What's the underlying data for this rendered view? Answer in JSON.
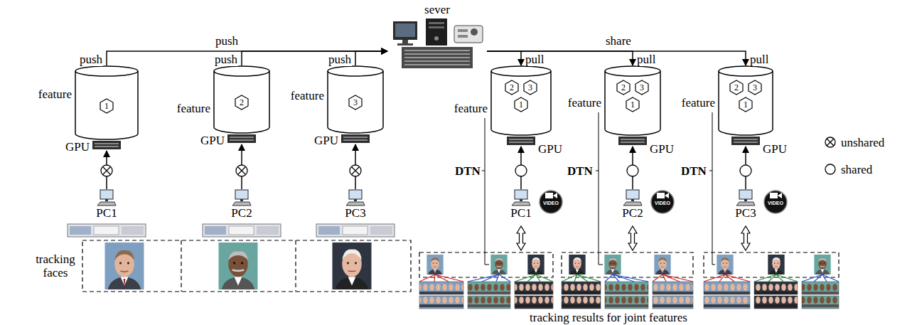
{
  "diagram": {
    "nodes": [
      {
        "text": [
          "sever"
        ]
      },
      {
        "text": [
          "feature"
        ]
      },
      {
        "text": [
          "1"
        ],
        "in": 1
      },
      {
        "text": [
          "feature"
        ]
      },
      {
        "text": [
          "2"
        ],
        "in": 3
      },
      {
        "text": [
          "feature"
        ]
      },
      {
        "text": [
          "3"
        ],
        "in": 5
      },
      {
        "text": [
          "feature"
        ]
      },
      {
        "text": [
          "2"
        ],
        "in": 7
      },
      {
        "text": [
          "3"
        ],
        "in": 7
      },
      {
        "text": [
          "1"
        ],
        "in": 7
      },
      {
        "text": [
          "feature"
        ]
      },
      {
        "text": [
          "2"
        ],
        "in": 11
      },
      {
        "text": [
          "3"
        ],
        "in": 11
      },
      {
        "text": [
          "1"
        ],
        "in": 11
      },
      {
        "text": [
          "feature"
        ]
      },
      {
        "text": [
          "2"
        ],
        "in": 15
      },
      {
        "text": [
          "3"
        ],
        "in": 15
      },
      {
        "text": [
          "1"
        ],
        "in": 15
      },
      {
        "text": [
          "PC1"
        ]
      },
      {
        "text": [
          "PC2"
        ]
      },
      {
        "text": [
          "PC3"
        ]
      },
      {
        "text": [
          "PC1"
        ]
      },
      {
        "text": [
          "PC2"
        ]
      },
      {
        "text": [
          "PC3"
        ]
      }
    ],
    "edges": [
      {
        "from": 1,
        "to": 0,
        "arrow": "to",
        "label": "push"
      },
      {
        "from": 3,
        "to": 0,
        "arrow": "to",
        "label": "push"
      },
      {
        "from": 5,
        "to": 0,
        "arrow": "to",
        "label": "push"
      },
      {
        "from": 0,
        "to": 7,
        "arrow": "to",
        "label": "pull"
      },
      {
        "from": 0,
        "to": 11,
        "arrow": "to",
        "label": "pull"
      },
      {
        "from": 0,
        "to": 15,
        "arrow": "to",
        "label": "pull"
      },
      {
        "from": 19,
        "to": 1,
        "arrow": "to"
      },
      {
        "from": 20,
        "to": 3,
        "arrow": "to"
      },
      {
        "from": 21,
        "to": 5,
        "arrow": "to"
      },
      {
        "from": 22,
        "to": 7,
        "arrow": "to"
      },
      {
        "from": 23,
        "to": 11,
        "arrow": "to"
      },
      {
        "from": 24,
        "to": 15,
        "arrow": "to"
      }
    ],
    "labels": [
      "push",
      "share",
      "GPU",
      "GPU",
      "GPU",
      "GPU",
      "GPU",
      "GPU",
      "DTN",
      "DTN",
      "DTN",
      "VIDEO",
      "VIDEO",
      "VIDEO",
      "tracking faces",
      "tracking results for joint features"
    ],
    "legend": [
      {
        "text": "unshared"
      },
      {
        "text": "shared"
      }
    ]
  }
}
